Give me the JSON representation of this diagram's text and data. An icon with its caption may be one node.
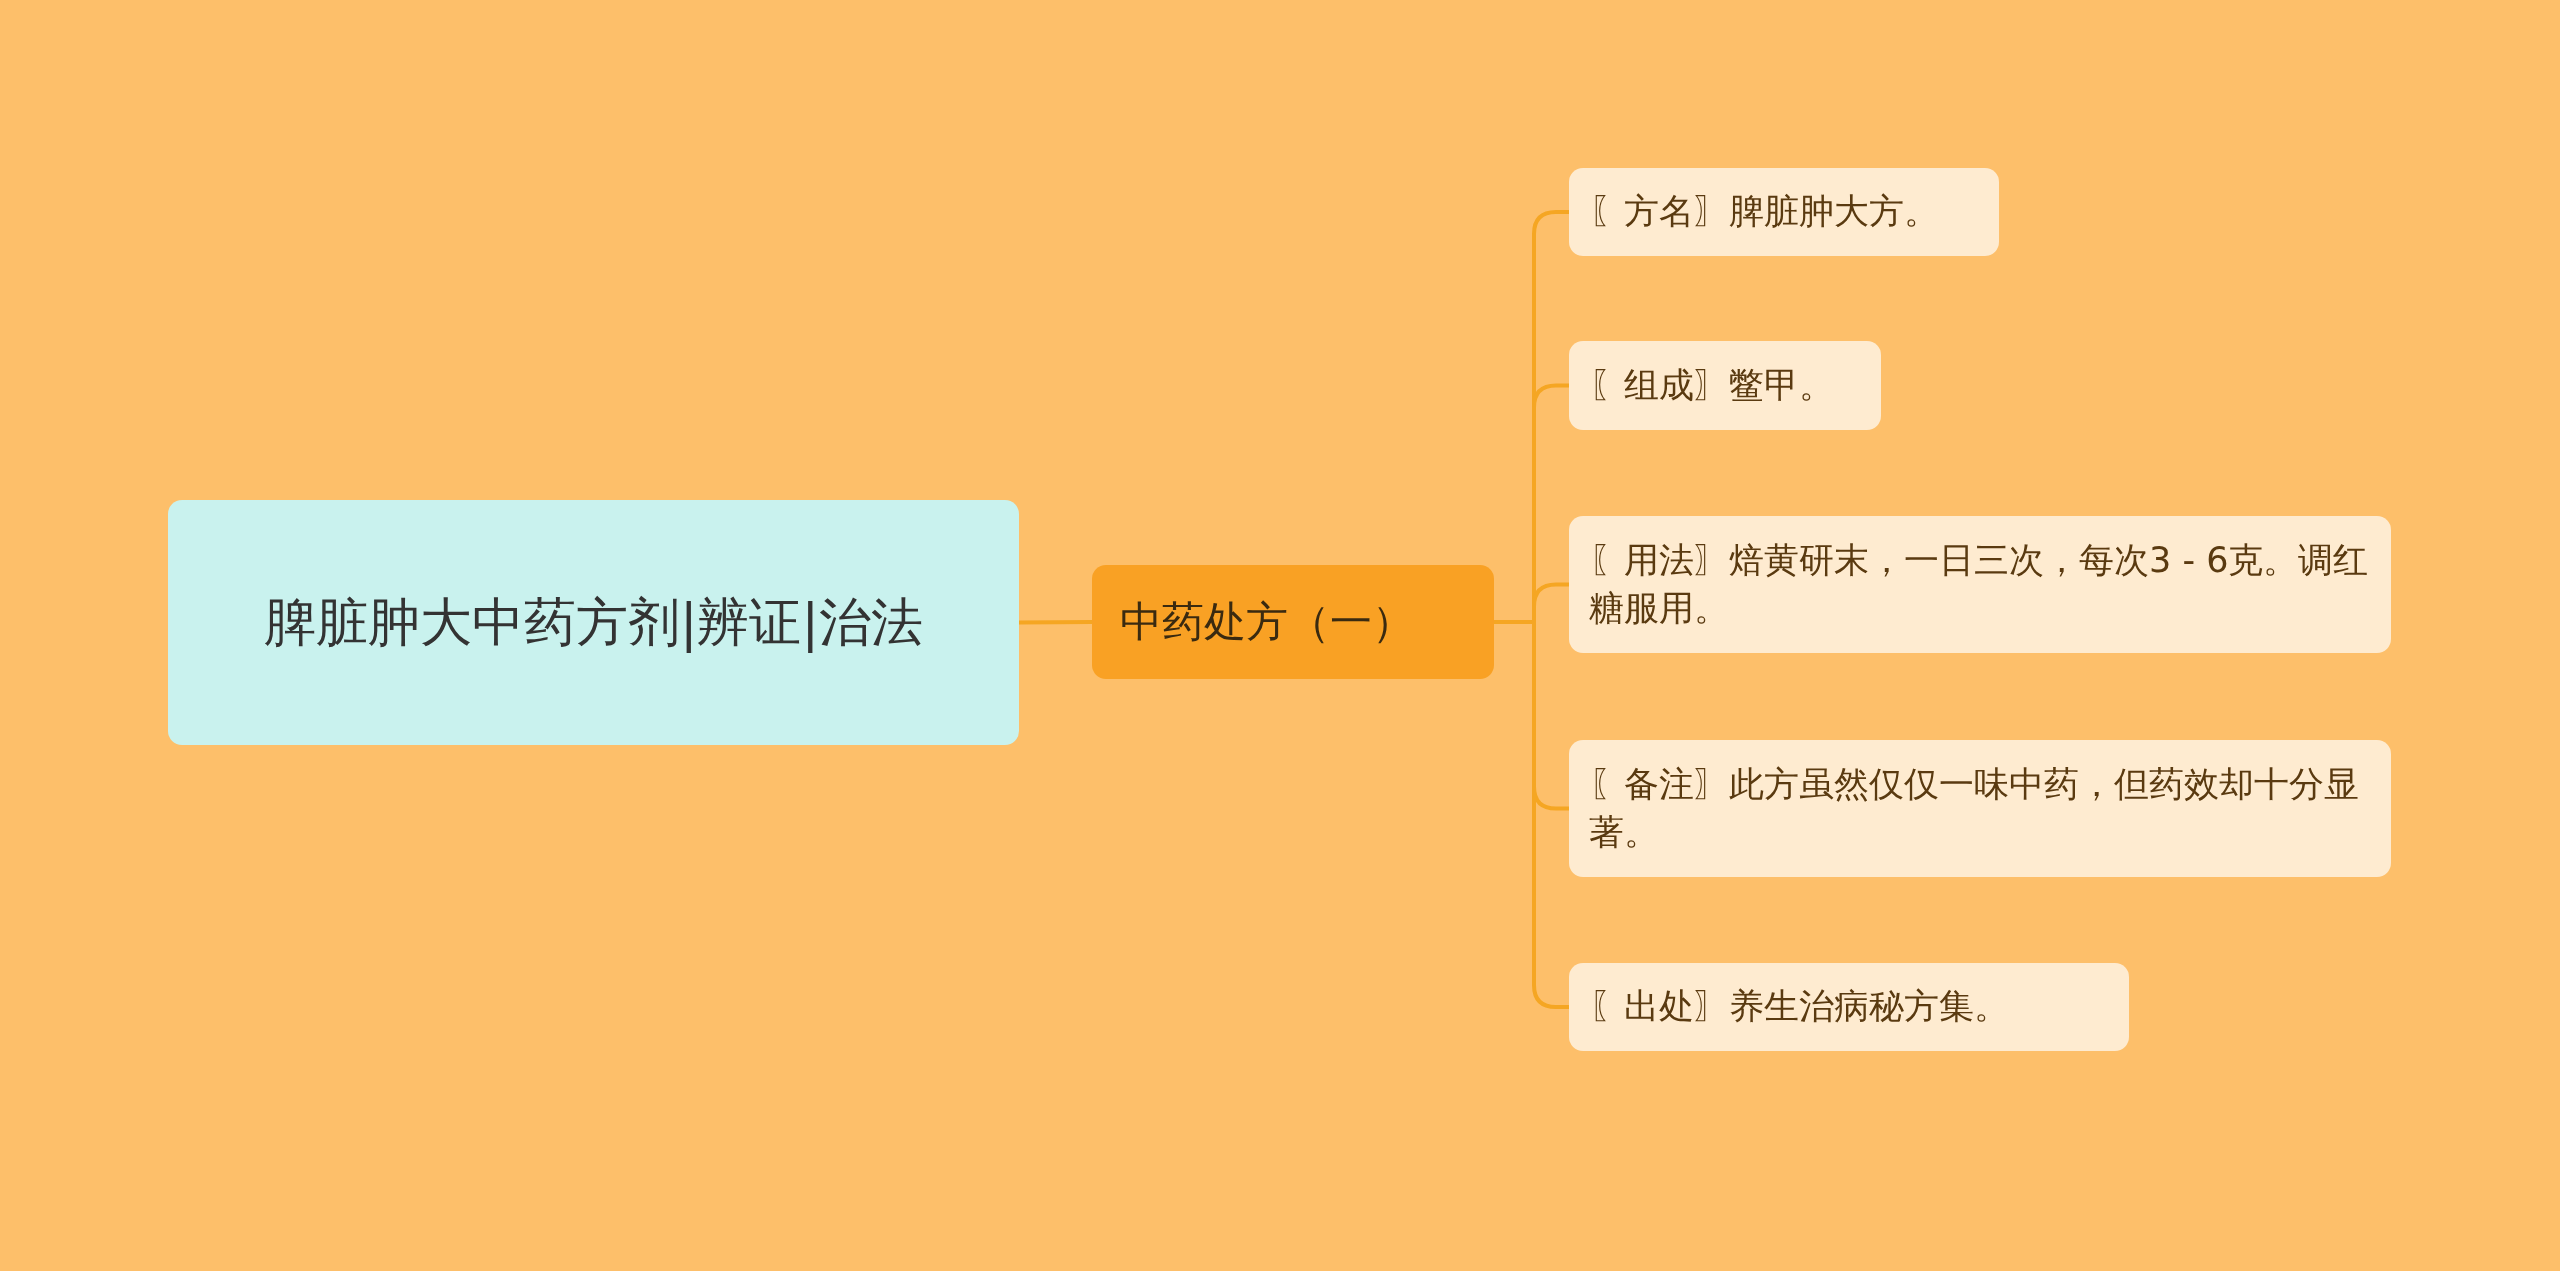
{
  "diagram": {
    "nodes": [
      {
        "text": [
          "脾脏肿大中药方剂|辨证|治法"
        ]
      },
      {
        "text": [
          "中药处方（一）"
        ]
      },
      {
        "text": [
          "〖方名〗脾脏肿大方。"
        ]
      },
      {
        "text": [
          "〖组成〗鳖甲。"
        ]
      },
      {
        "text": [
          "〖用法〗焙黄研末，一日三次，每次3 - 6克。调红糖服用。"
        ]
      },
      {
        "text": [
          "〖备注〗此方虽然仅仅一味中药，但药效却十分显著。"
        ]
      },
      {
        "text": [
          "〖出处〗养生治病秘方集。"
        ]
      }
    ],
    "edges": [
      {
        "from": 0,
        "to": 1,
        "arrow": "none"
      },
      {
        "from": 1,
        "to": 2,
        "arrow": "none"
      },
      {
        "from": 1,
        "to": 3,
        "arrow": "none"
      },
      {
        "from": 1,
        "to": 4,
        "arrow": "none"
      },
      {
        "from": 1,
        "to": 5,
        "arrow": "none"
      },
      {
        "from": 1,
        "to": 6,
        "arrow": "none"
      }
    ]
  }
}
